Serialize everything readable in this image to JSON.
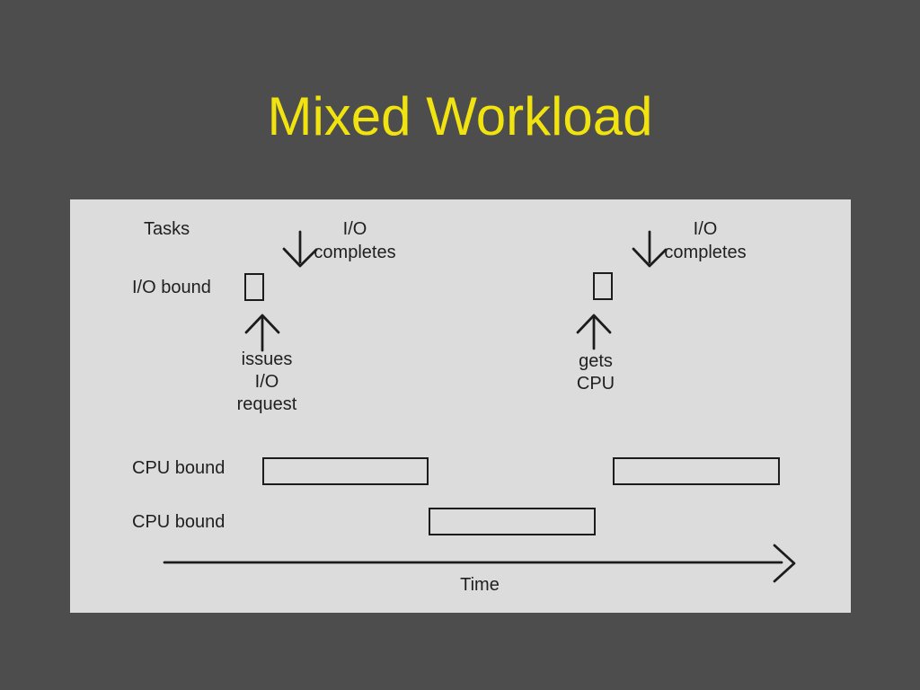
{
  "slide": {
    "title": "Mixed Workload"
  },
  "colors": {
    "slide_background": "#4d4d4d",
    "panel_background": "#dcdcdc",
    "title_text": "#f1e310",
    "diagram_ink": "#1c1c1c"
  },
  "diagram": {
    "tasks_label": "Tasks",
    "io_bound_label": "I/O bound",
    "cpu_bound_1_label": "CPU bound",
    "cpu_bound_2_label": "CPU bound",
    "time_axis_label": "Time",
    "annotations": {
      "io_completes_1": {
        "line1": "I/O",
        "line2": "completes"
      },
      "io_completes_2": {
        "line1": "I/O",
        "line2": "completes"
      },
      "issues_io_request": {
        "line1": "issues",
        "line2": "I/O",
        "line3": "request"
      },
      "gets_cpu": {
        "line1": "gets",
        "line2": "CPU"
      }
    }
  }
}
